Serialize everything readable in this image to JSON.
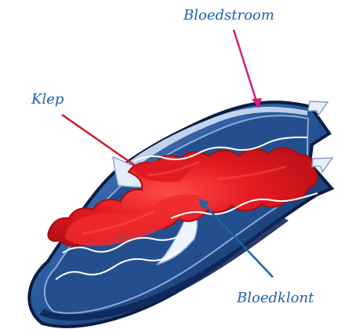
{
  "labels": {
    "bloedstroom": "Bloedstroom",
    "klep": "Klep",
    "bloedklont": "Bloedklont"
  },
  "colors": {
    "label_text": "#1f5fae",
    "arrow_bloedstroom": "#d21d7b",
    "arrow_klep": "#d5182f",
    "arrow_bloedklont": "#1d63a8",
    "vein_outer": "#0c2350",
    "vein_mid": "#2e5ea1",
    "vein_highlight": "#6d91c8",
    "vein_inner_light": "#f4f7fb",
    "clot": "#e11922",
    "clot_dark": "#b80f15",
    "flow_line": "#ffffff"
  }
}
